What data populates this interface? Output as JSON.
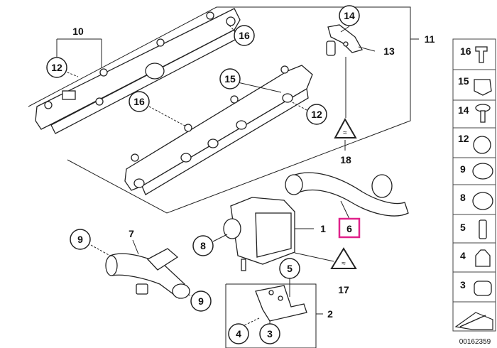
{
  "diagram": {
    "callouts": [
      {
        "id": "c10",
        "text": "10"
      },
      {
        "id": "c12a",
        "text": "12"
      },
      {
        "id": "c16a",
        "text": "16"
      },
      {
        "id": "c14",
        "text": "14"
      },
      {
        "id": "c13",
        "text": "13"
      },
      {
        "id": "c11",
        "text": "11"
      },
      {
        "id": "c15",
        "text": "15"
      },
      {
        "id": "c16b",
        "text": "16"
      },
      {
        "id": "c12b",
        "text": "12"
      },
      {
        "id": "c18",
        "text": "18"
      },
      {
        "id": "c9a",
        "text": "9"
      },
      {
        "id": "c7",
        "text": "7"
      },
      {
        "id": "c8",
        "text": "8"
      },
      {
        "id": "c1",
        "text": "1"
      },
      {
        "id": "c6",
        "text": "6"
      },
      {
        "id": "c17",
        "text": "17"
      },
      {
        "id": "c5",
        "text": "5"
      },
      {
        "id": "c9b",
        "text": "9"
      },
      {
        "id": "c2",
        "text": "2"
      },
      {
        "id": "c4",
        "text": "4"
      },
      {
        "id": "c3",
        "text": "3"
      }
    ],
    "legend": [
      {
        "num": "16"
      },
      {
        "num": "15"
      },
      {
        "num": "14"
      },
      {
        "num": "12"
      },
      {
        "num": "9"
      },
      {
        "num": "8"
      },
      {
        "num": "5"
      },
      {
        "num": "4"
      },
      {
        "num": "3"
      }
    ],
    "image_code": "00162359",
    "accent_color": "#e0218a"
  }
}
